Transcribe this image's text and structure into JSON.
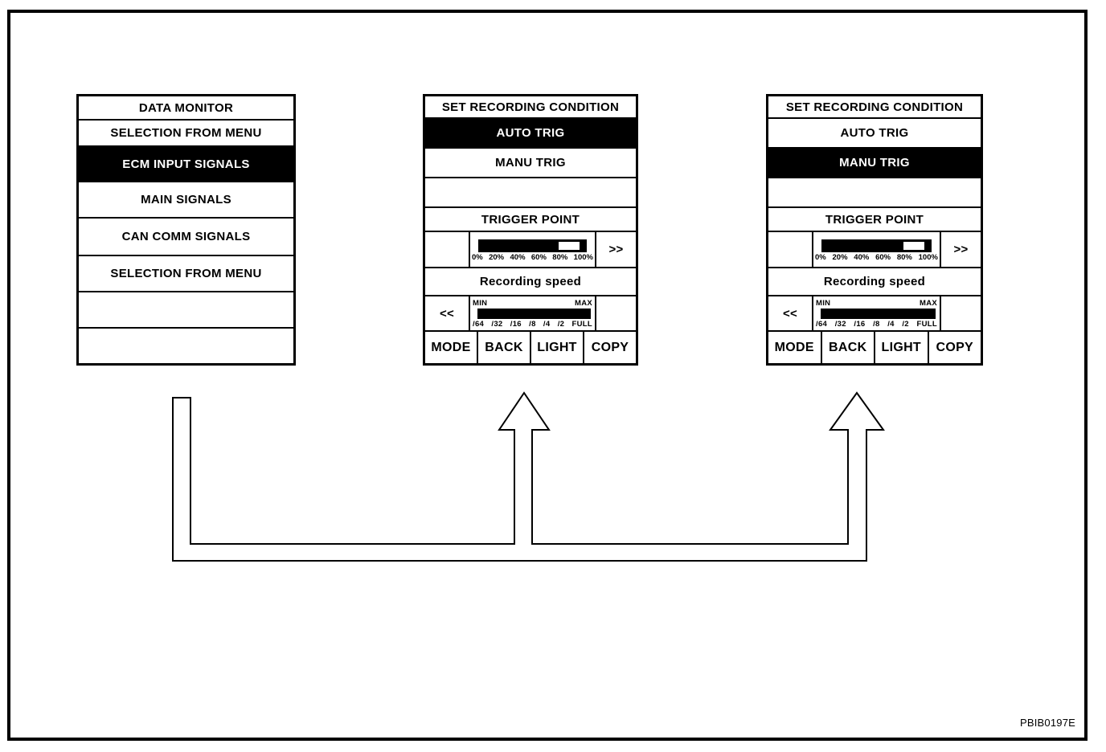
{
  "figure": {
    "code": "PBIB0197E"
  },
  "colors": {
    "ink": "#000000",
    "paper": "#ffffff"
  },
  "menu_panel": {
    "rows": [
      {
        "label": "DATA MONITOR",
        "highlighted": false
      },
      {
        "label": "SELECTION FROM MENU",
        "highlighted": false
      },
      {
        "label": "ECM INPUT SIGNALS",
        "highlighted": true
      },
      {
        "label": "MAIN SIGNALS",
        "highlighted": false
      },
      {
        "label": "CAN COMM SIGNALS",
        "highlighted": false
      },
      {
        "label": "SELECTION FROM MENU",
        "highlighted": false
      },
      {
        "label": "",
        "highlighted": false
      },
      {
        "label": "",
        "highlighted": false
      }
    ]
  },
  "recording_panels": [
    {
      "title": "SET RECORDING CONDITION",
      "auto_trig_label": "AUTO TRIG",
      "manu_trig_label": "MANU TRIG",
      "highlighted_option": "AUTO TRIG",
      "trigger_point_label": "TRIGGER POINT",
      "trigger_scale_labels": [
        "0%",
        "20%",
        "40%",
        "60%",
        "80%",
        "100%"
      ],
      "trigger_marker": {
        "start_percent": 74,
        "end_percent": 95
      },
      "forward_button": ">>",
      "recording_speed_label": "Recording speed",
      "back_button": "<<",
      "speed_min_label": "MIN",
      "speed_max_label": "MAX",
      "speed_scale_labels": [
        "/64",
        "/32",
        "/16",
        "/8",
        "/4",
        "/2",
        "FULL"
      ],
      "buttons": [
        "MODE",
        "BACK",
        "LIGHT",
        "COPY"
      ]
    },
    {
      "title": "SET RECORDING CONDITION",
      "auto_trig_label": "AUTO TRIG",
      "manu_trig_label": "MANU TRIG",
      "highlighted_option": "MANU TRIG",
      "trigger_point_label": "TRIGGER POINT",
      "trigger_scale_labels": [
        "0%",
        "20%",
        "40%",
        "60%",
        "80%",
        "100%"
      ],
      "trigger_marker": {
        "start_percent": 74,
        "end_percent": 95
      },
      "forward_button": ">>",
      "recording_speed_label": "Recording speed",
      "back_button": "<<",
      "speed_min_label": "MIN",
      "speed_max_label": "MAX",
      "speed_scale_labels": [
        "/64",
        "/32",
        "/16",
        "/8",
        "/4",
        "/2",
        "FULL"
      ],
      "buttons": [
        "MODE",
        "BACK",
        "LIGHT",
        "COPY"
      ]
    }
  ]
}
